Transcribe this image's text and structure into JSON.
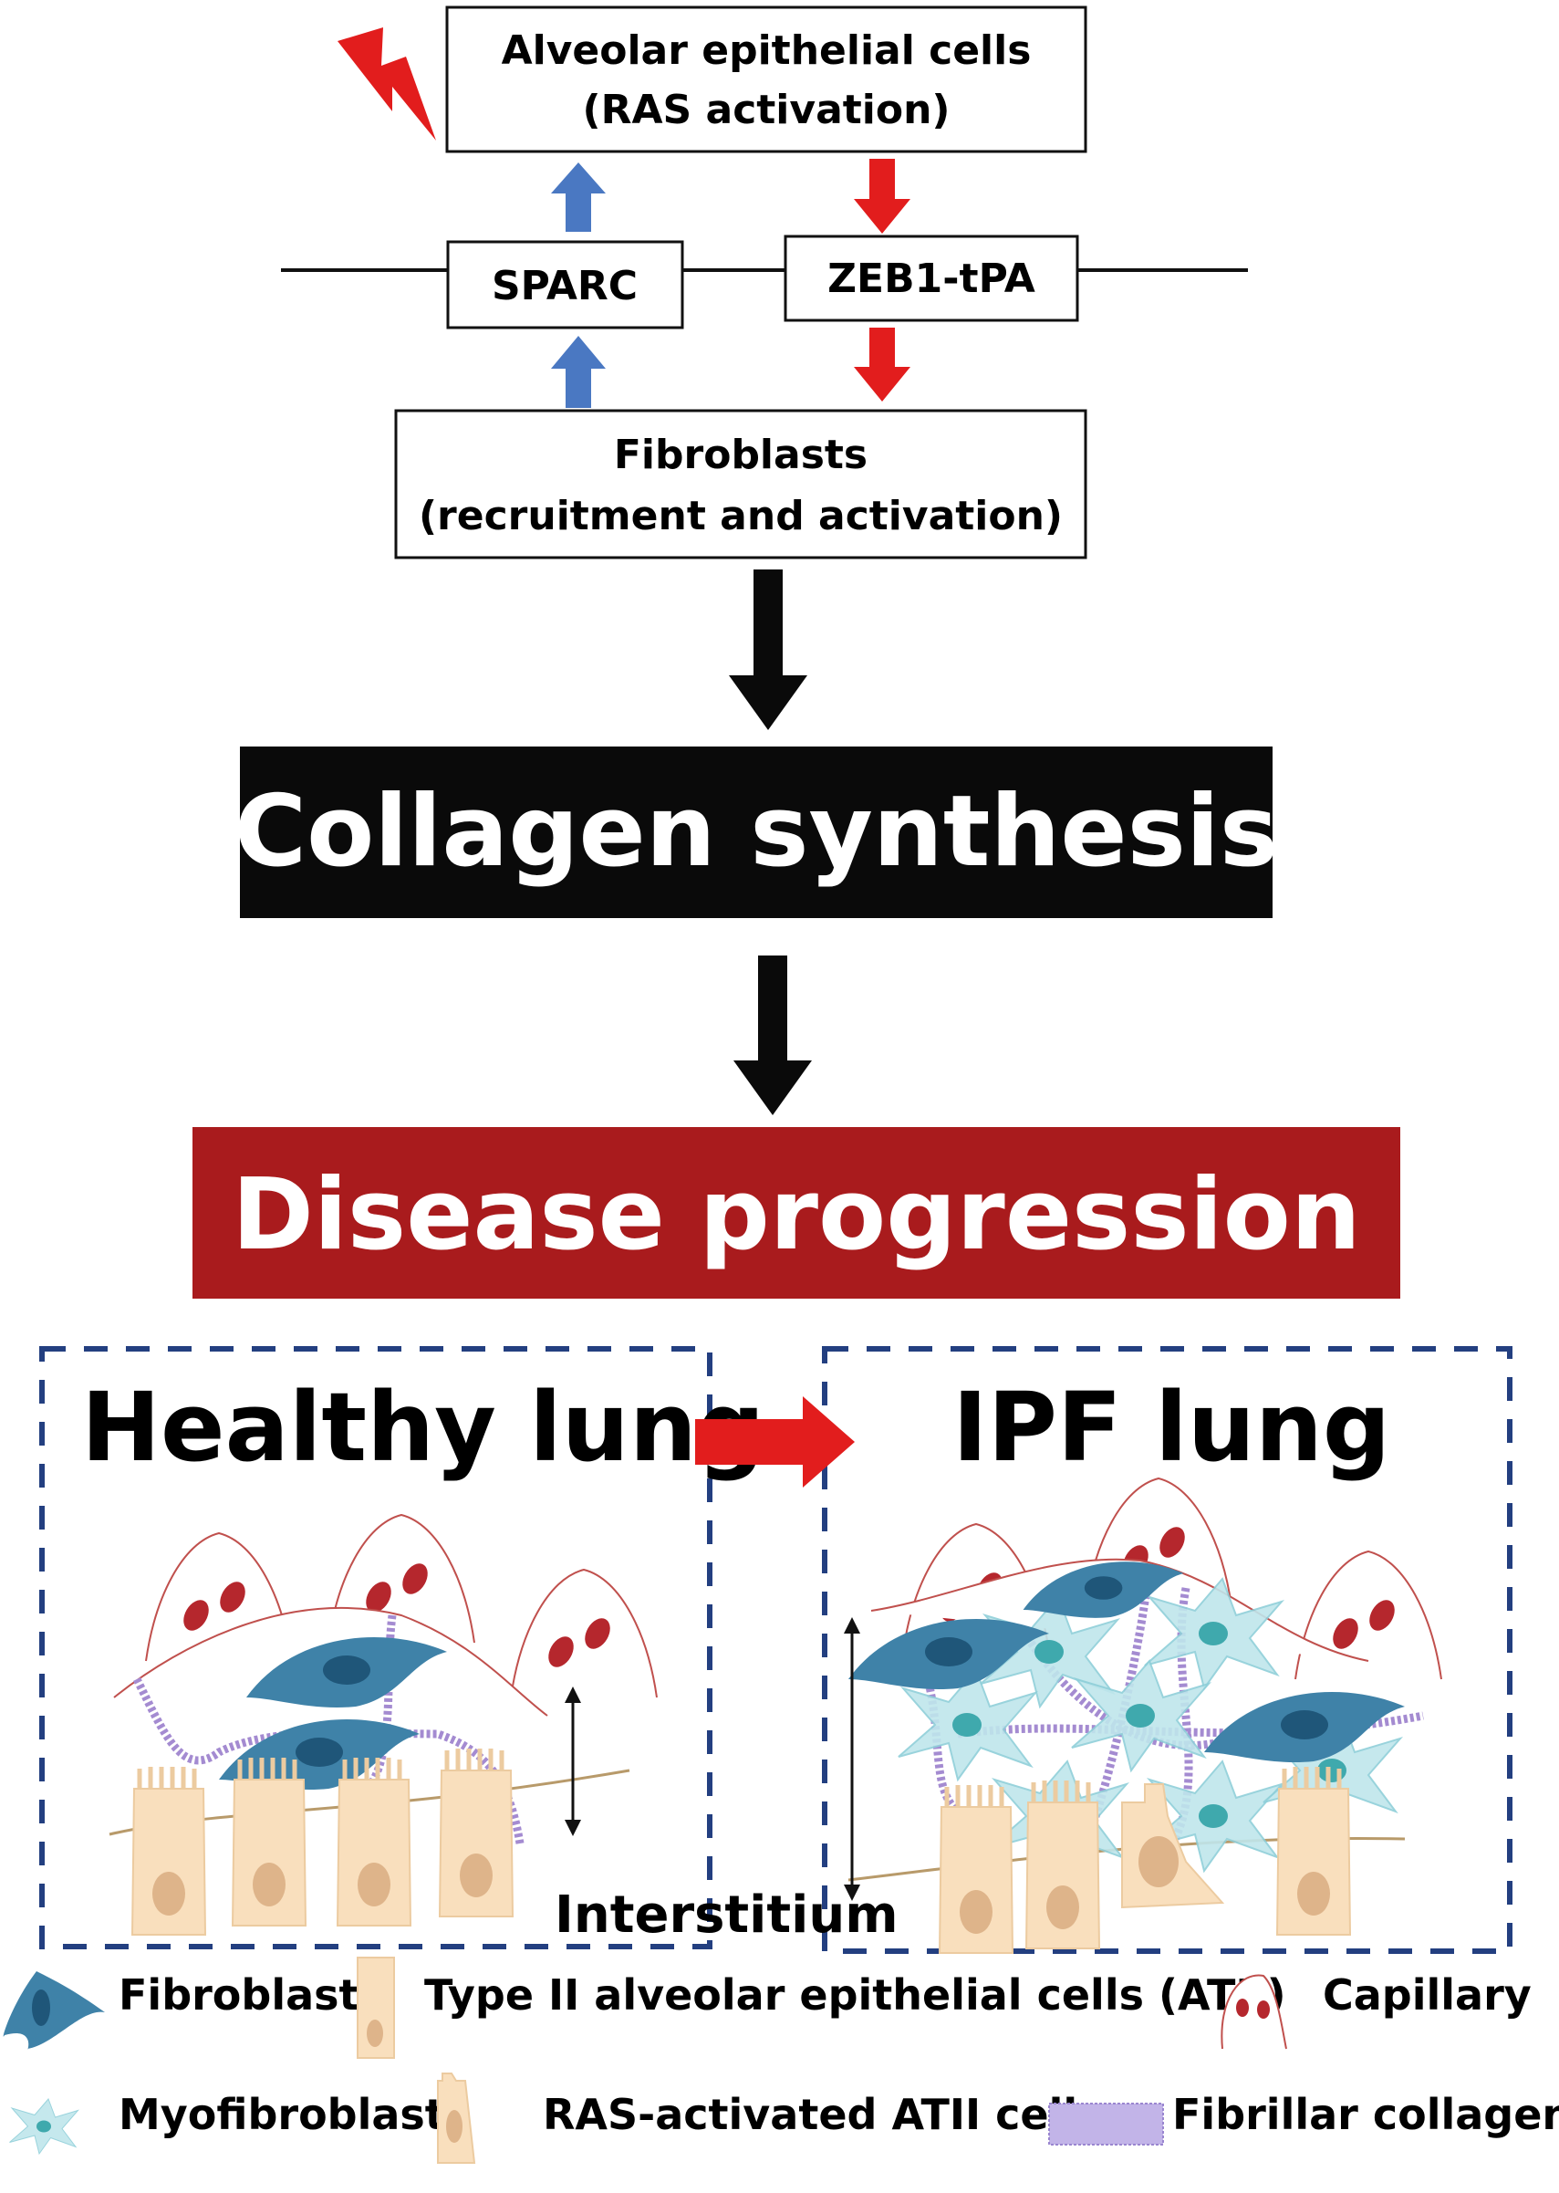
{
  "flow": {
    "top_box": {
      "line1": "Alveolar epithelial cells",
      "line2": "(RAS activation)"
    },
    "sparc_label": "SPARC",
    "zeb1_label": "ZEB1-tPA",
    "fibroblast_box": {
      "line1": "Fibroblasts",
      "line2": "(recruitment and activation)"
    },
    "collagen_label": "Collagen synthesis",
    "disease_label": "Disease progression"
  },
  "panels": {
    "healthy_title": "Healthy lung",
    "ipf_title": "IPF lung",
    "interstitium_label": "Interstitium"
  },
  "legend": {
    "fibroblast": "Fibroblast",
    "atii": "Type II alveolar epithelial cells (ATII)",
    "capillary": "Capillary",
    "myofibroblast": "Myofibroblast",
    "ras_atii": "RAS-activated ATII cells",
    "collagen": "Fibrillar collagen"
  },
  "colors": {
    "blue_arrow": "#4a78c2",
    "red_arrow": "#e21d1d",
    "disease_box": "#a91b1d",
    "collagen_box": "#0a0a0a",
    "dashed_border": "#233f80"
  }
}
